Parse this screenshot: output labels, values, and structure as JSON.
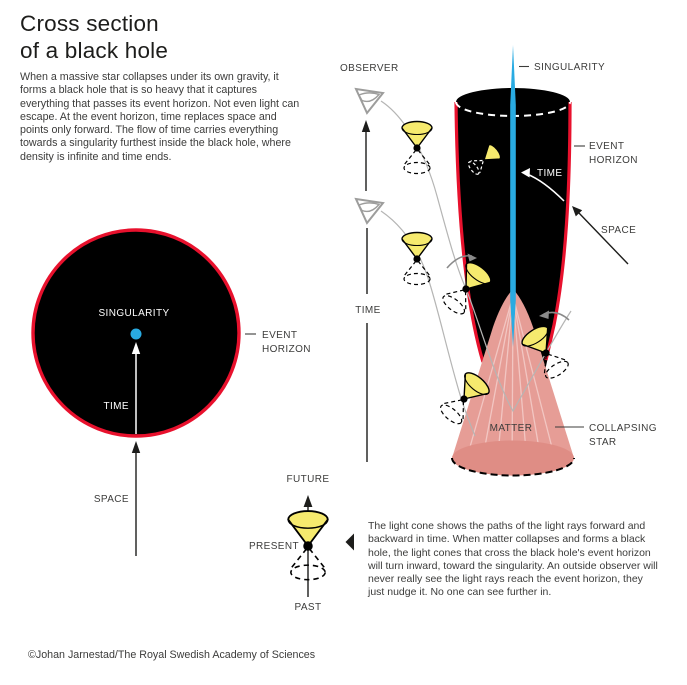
{
  "header": {
    "title_line1": "Cross section",
    "title_line2": "of a black hole"
  },
  "intro_text": "When a massive star collapses under its own gravity, it forms a black hole that is so heavy that it captures everything that passes its event horizon. Not even light can escape. At the event horizon, time replaces space and points only forward. The flow of time carries everything towards a singularity furthest inside the black hole, where density is infinite and time ends.",
  "cross_section_labels": {
    "singularity": "SINGULARITY",
    "time": "TIME",
    "space": "SPACE",
    "event_horizon_1": "EVENT",
    "event_horizon_2": "HORIZON"
  },
  "funnel_labels": {
    "observer": "OBSERVER",
    "singularity": "SINGULARITY",
    "event_horizon_1": "EVENT",
    "event_horizon_2": "HORIZON",
    "time_inner": "TIME",
    "space": "SPACE",
    "time_axis": "TIME",
    "matter": "MATTER",
    "collapsing_star_1": "COLLAPSING",
    "collapsing_star_2": "STAR"
  },
  "light_cone_legend": {
    "future": "FUTURE",
    "present": "PRESENT",
    "past": "PAST",
    "description": "The light cone shows the paths of the light rays forward and backward in time. When matter collapses and forms a black hole, the light cones that cross the black hole's event horizon will turn inward, toward the singularity. An outside observer will never really see the light rays reach the event horizon, they just nudge it. No one can see further in."
  },
  "credit": "©Johan Jarnestad/The Royal Swedish Academy of Sciences",
  "colors": {
    "red": "#e8112d",
    "blue": "#29abe2",
    "yellow": "#f6ea6e",
    "pink": "#e69d96",
    "pink_dark": "#df8d85",
    "pink_line": "#f2c6c2",
    "icon_gray": "#9d9d9c",
    "trajectory_gray": "#b5b5b4",
    "text_dark": "#3c3c3b",
    "title_dark": "#1d1d1b"
  }
}
